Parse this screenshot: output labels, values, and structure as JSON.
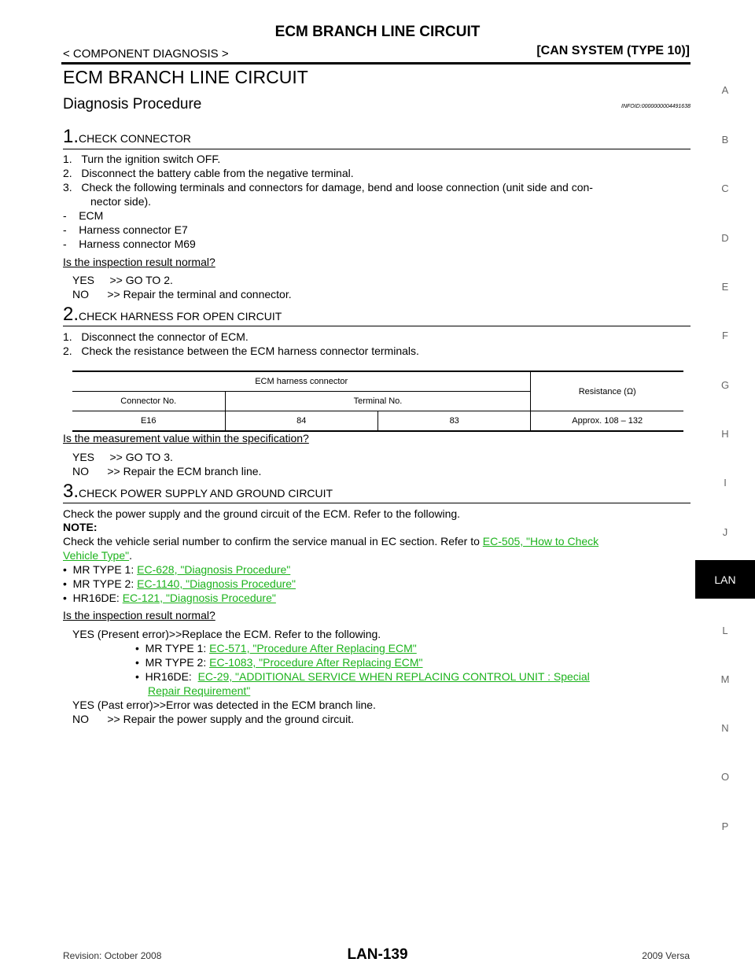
{
  "header": {
    "title": "ECM BRANCH LINE CIRCUIT",
    "breadcrumb": "< COMPONENT DIAGNOSIS >",
    "system": "[CAN SYSTEM (TYPE 10)]"
  },
  "page_title": "ECM BRANCH LINE CIRCUIT",
  "section_title": "Diagnosis Procedure",
  "info_id": "INFOID:0000000004491638",
  "step1": {
    "num": "1.",
    "title": "CHECK CONNECTOR",
    "lines": [
      "1.   Turn the ignition switch OFF.",
      "2.   Disconnect the battery cable from the negative terminal.",
      "3.   Check the following terminals and connectors for damage, bend and loose connection (unit side and con-",
      "nector side).",
      "-    ECM",
      "-    Harness connector E7",
      "-    Harness connector M69"
    ],
    "question": "Is the inspection result normal?",
    "yes": "YES     >> GO TO 2.",
    "no": "NO      >> Repair the terminal and connector."
  },
  "step2": {
    "num": "2.",
    "title": "CHECK HARNESS FOR OPEN CIRCUIT",
    "lines": [
      "1.   Disconnect the connector of ECM.",
      "2.   Check the resistance between the ECM harness connector terminals."
    ],
    "table": {
      "group_header": "ECM harness connector",
      "resistance_header": "Resistance (Ω)",
      "connector_header": "Connector No.",
      "terminal_header": "Terminal No.",
      "connector": "E16",
      "terminal_a": "84",
      "terminal_b": "83",
      "resistance": "Approx. 108 – 132"
    },
    "question": "Is the measurement value within the specification?",
    "yes": "YES     >> GO TO 3.",
    "no": "NO      >> Repair the ECM branch line."
  },
  "step3": {
    "num": "3.",
    "title": "CHECK POWER SUPPLY AND GROUND CIRCUIT",
    "intro": "Check the power supply and the ground circuit of the ECM. Refer to the following.",
    "note_label": "NOTE:",
    "note_text": "Check the vehicle serial number to confirm the service manual in EC section. Refer to ",
    "note_link_a": "EC-505, \"How to Check",
    "note_link_b": "Vehicle Type\"",
    "note_end": ".",
    "refs": [
      {
        "label": "•  MR TYPE 1: ",
        "link": "EC-628, \"Diagnosis Procedure\""
      },
      {
        "label": "•  MR TYPE 2: ",
        "link": "EC-1140, \"Diagnosis Procedure\""
      },
      {
        "label": "•  HR16DE: ",
        "link": "EC-121, \"Diagnosis Procedure\""
      }
    ],
    "question": "Is the inspection result normal?",
    "yes_present": "YES (Present error)>>Replace the ECM. Refer to the following.",
    "sub_refs": [
      {
        "label": "•  MR TYPE 1: ",
        "link": "EC-571, \"Procedure After Replacing ECM\""
      },
      {
        "label": "•  MR TYPE 2: ",
        "link": "EC-1083, \"Procedure After Replacing ECM\""
      },
      {
        "label": "•  HR16DE:  ",
        "link": "EC-29, \"ADDITIONAL SERVICE WHEN REPLACING CONTROL UNIT : Special"
      }
    ],
    "sub_ref_cont": "Repair Requirement\"",
    "yes_past": "YES (Past error)>>Error was detected in the ECM branch line.",
    "no": "NO      >> Repair the power supply and the ground circuit."
  },
  "side_index": [
    "A",
    "B",
    "C",
    "D",
    "E",
    "F",
    "G",
    "H",
    "I",
    "J",
    "L",
    "M",
    "N",
    "O",
    "P"
  ],
  "side_active": "LAN",
  "footer": {
    "revision": "Revision: October 2008",
    "page": "LAN-139",
    "model": "2009 Versa"
  }
}
